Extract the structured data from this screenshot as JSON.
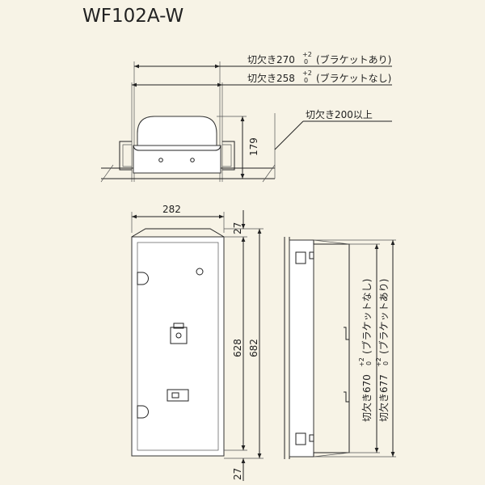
{
  "title": "WF102A-W",
  "top_view": {
    "cutout_with_bracket": {
      "prefix": "切欠き270",
      "tol": "+2",
      "tol_low": "0",
      "suffix": "(ブラケットあり)"
    },
    "cutout_without_bracket": {
      "prefix": "切欠き258",
      "tol": "+2",
      "tol_low": "0",
      "suffix": "(ブラケットなし)"
    },
    "cutout_depth": "切欠き200以上",
    "height": "179"
  },
  "front_view": {
    "width": "282",
    "top_margin": "27",
    "bottom_margin": "27",
    "inner_height": "628",
    "outer_height": "682"
  },
  "side_view": {
    "cutout_without_bracket": {
      "prefix": "切欠き670",
      "tol": "+2",
      "tol_low": "0",
      "suffix": "(ブラケットなし)"
    },
    "cutout_with_bracket": {
      "prefix": "切欠き677",
      "tol": "+2",
      "tol_low": "0",
      "suffix": "(ブラケットあり)"
    }
  }
}
